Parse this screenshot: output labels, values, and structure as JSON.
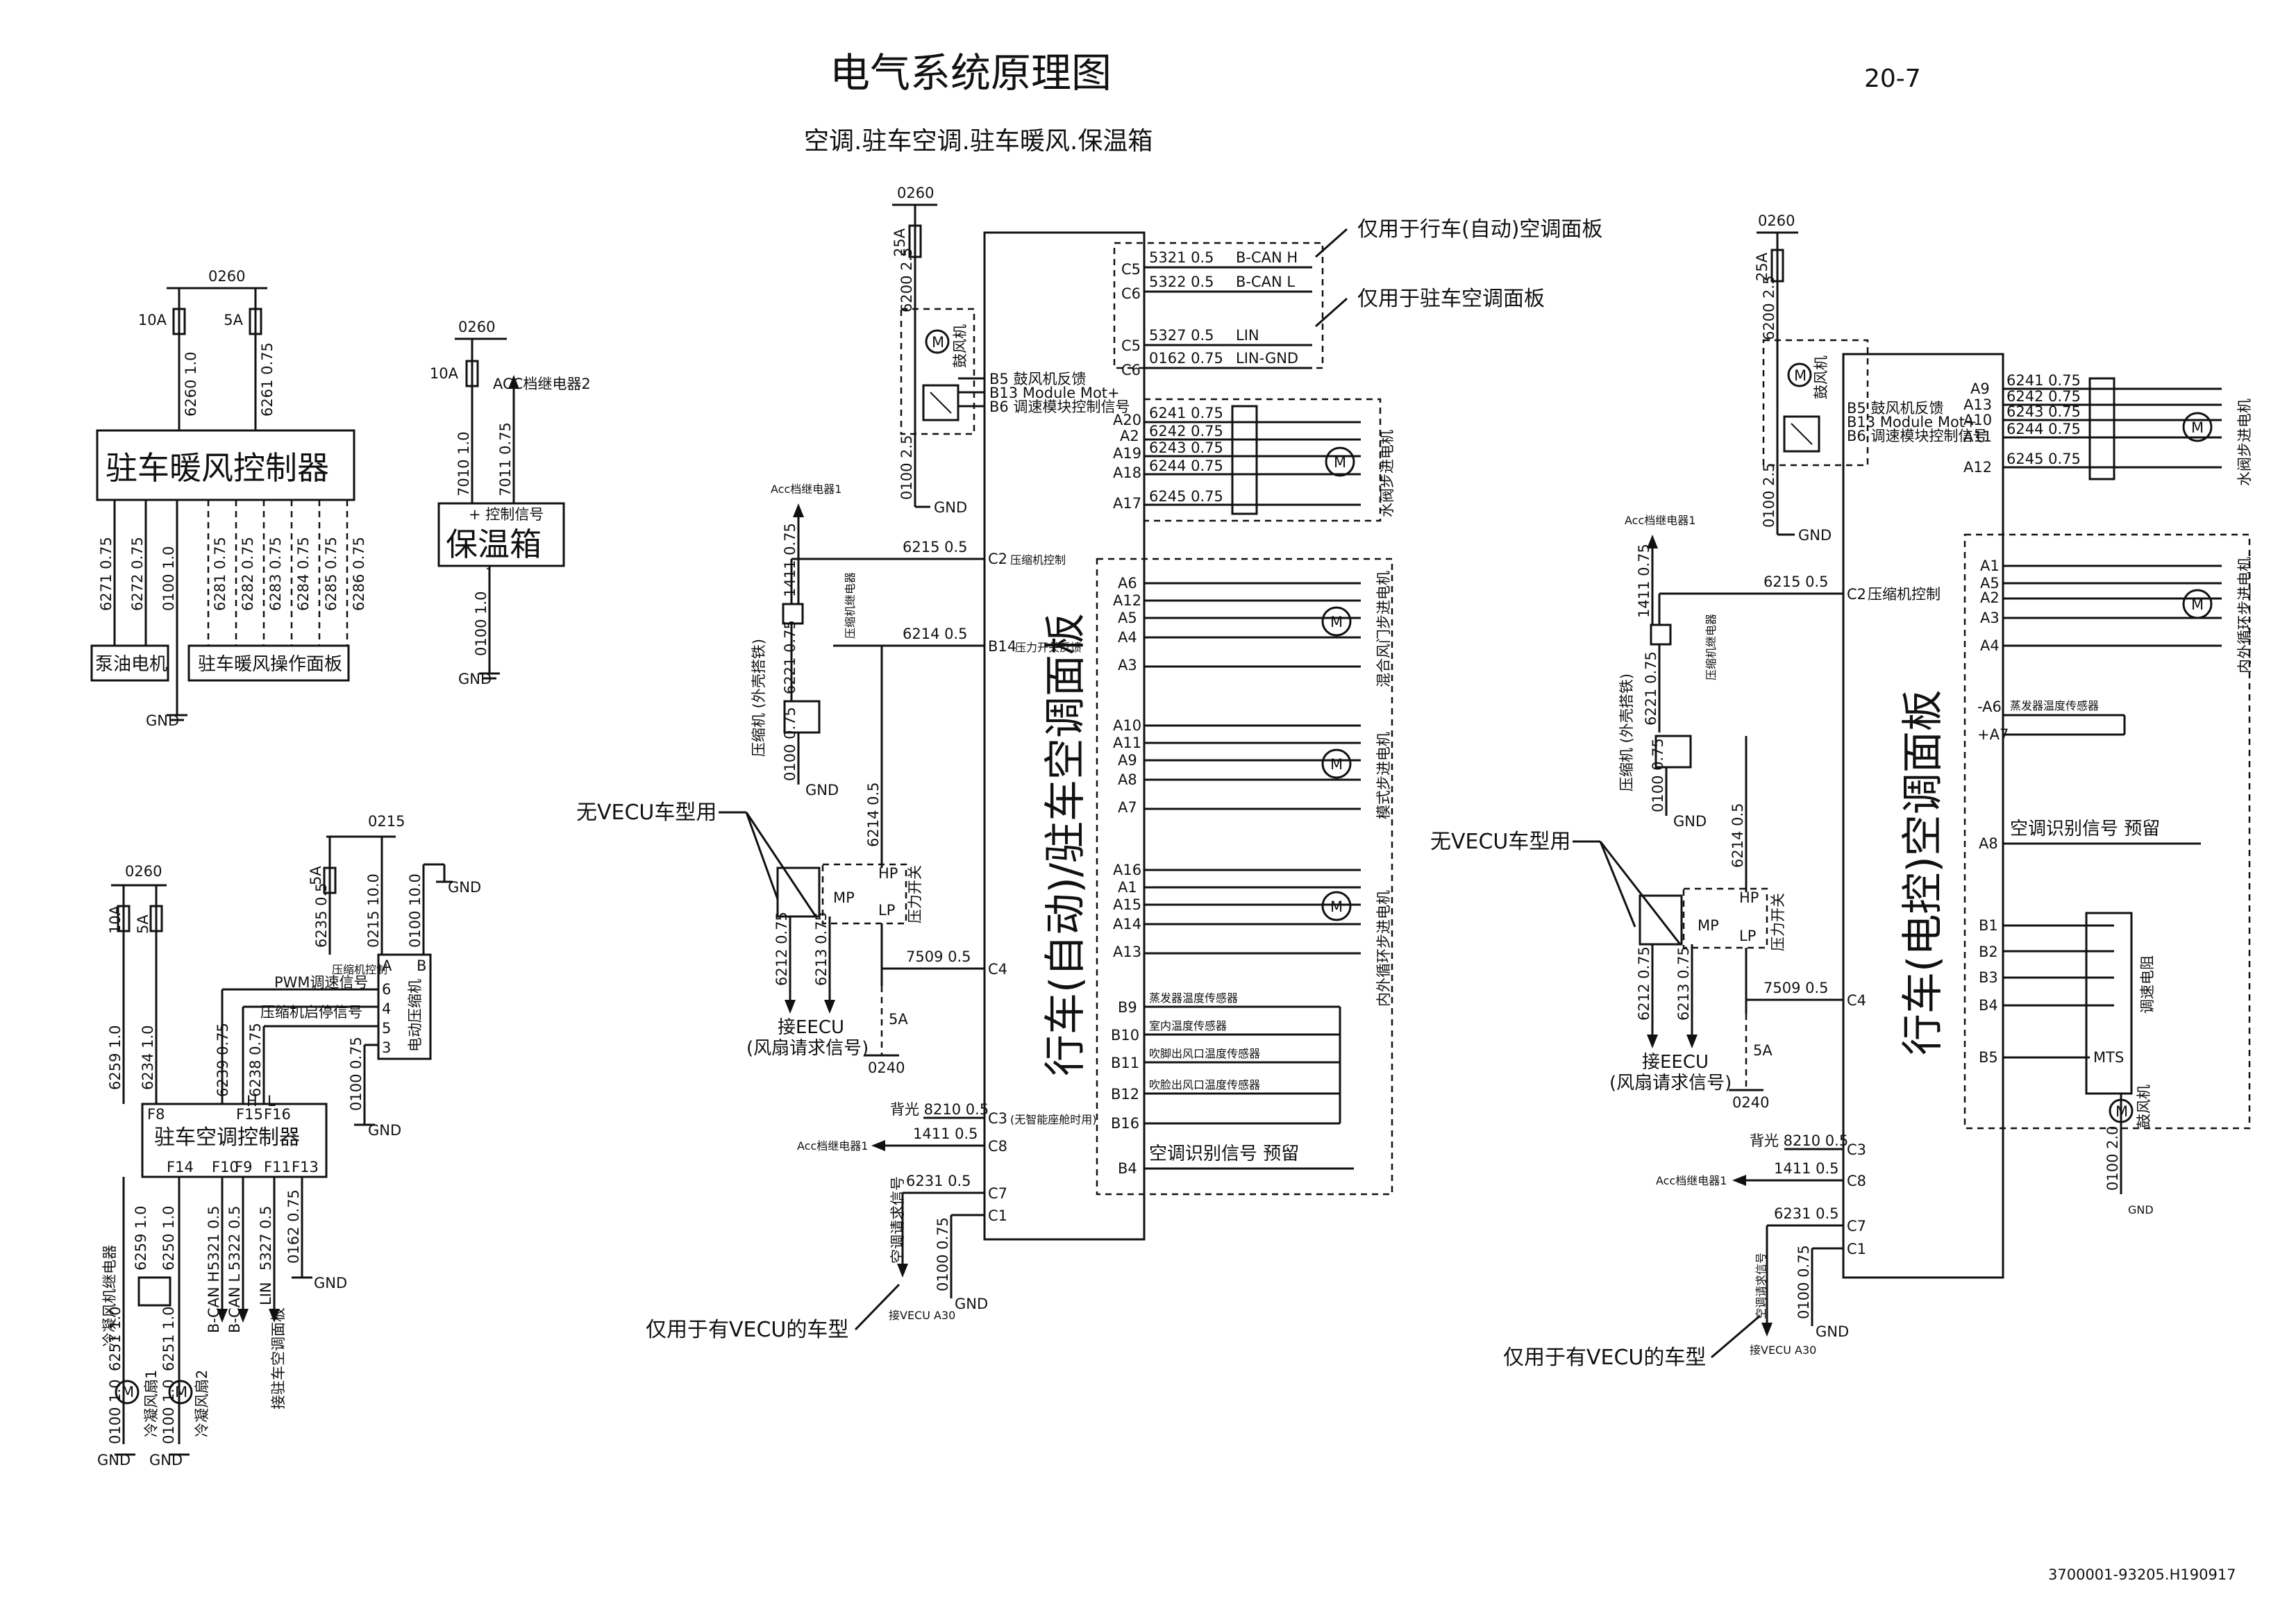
{
  "header": {
    "title": "电气系统原理图",
    "page_no": "20-7",
    "subtitle": "空调.驻车空调.驻车暖风.保温箱",
    "drawing_no": "3700001-93205.H190917"
  },
  "heater": {
    "bus": "0260",
    "fuse1": "10A",
    "fuse2": "5A",
    "w1": "6260 1.0",
    "w2": "6261 0.75",
    "controller": "驻车暖风控制器",
    "wires": [
      "6271 0.75",
      "6272 0.75",
      "0100 1.0",
      "6281 0.75",
      "6282 0.75",
      "6283 0.75",
      "6284 0.75",
      "6285 0.75",
      "6286 0.75"
    ],
    "pump": "泵油电机",
    "panel": "驻车暖风操作面板",
    "gnd": "GND"
  },
  "warmer": {
    "bus": "0260",
    "fuse": "10A",
    "acc_relay": "ACC档继电器2",
    "w1": "7010 1.0",
    "w2": "7011 0.75",
    "ctrl_sig": "+ 控制信号",
    "box": "保温箱",
    "minus": "-",
    "w3": "0100 1.0",
    "gnd": "GND"
  },
  "parking_ac": {
    "bus_a": "0215",
    "bus_b": "0260",
    "fuse_a": "5A",
    "fuse_b1": "10A",
    "fuse_b2": "5A",
    "w_6235": "6235 0.5",
    "w_0215": "0215 10.0",
    "w_0100a": "0100 10.0",
    "gnd": "GND",
    "pins": [
      "A",
      "B",
      "6",
      "4",
      "5",
      "3",
      "H",
      "L"
    ],
    "comp_ctrl": "压缩机控制",
    "pwm": "PWM调速信号",
    "start_stop": "压缩机启停信号",
    "e_compressor": "电动压缩机",
    "w_6259": "6259 1.0",
    "w_6234": "6234 1.0",
    "w_6239": "6239 0.75",
    "w_6238": "6238 0.75",
    "w_0100b": "0100 0.75",
    "controller": "驻车空调控制器",
    "top_pins": [
      "F8",
      "F15",
      "F16"
    ],
    "bottom_pins": [
      "F14",
      "F10",
      "F9",
      "F11",
      "F13"
    ],
    "w_6259b": "6259 1.0",
    "w_6250": "6250 1.0",
    "w_5321": "5321 0.5",
    "w_5322": "5322 0.5",
    "w_5327": "5327 0.5",
    "w_0162": "0162 0.75",
    "cond_relay": "冷凝风机继电器",
    "can_h": "B-CAN H",
    "can_l": "B-CAN L",
    "lin": "LIN",
    "to_panel": "接驻车空调面板",
    "w_6251a": "6251 1.0",
    "w_6251b": "6251 1.0",
    "fan1": "冷凝风扇1",
    "fan2": "冷凝风扇2",
    "w_0100c": "0100 1.0",
    "w_0100d": "0100 1.0"
  },
  "panel1": {
    "bus": "0260",
    "fuse": "25A",
    "w_6200": "6200 2.5",
    "w_0100": "0100 2.5",
    "blower": "鼓风机",
    "b5": "B5 鼓风机反馈",
    "b13": "B13 Module Mot+",
    "b6": "B6 调速模块控制信号",
    "gnd": "GND",
    "top_note1": "仅用于行车(自动)空调面板",
    "top_note2": "仅用于驻车空调面板",
    "c5a": "C5",
    "c6a": "C6",
    "c5b": "C5",
    "c6b": "C6",
    "w_5321": "5321 0.5",
    "w_5322": "5322 0.5",
    "w_5327": "5327 0.5",
    "w_0162": "0162 0.75",
    "bcan_h": "B-CAN H",
    "bcan_l": "B-CAN L",
    "lin": "LIN",
    "lin_gnd": "LIN-GND",
    "water_pins": [
      "A20",
      "A2",
      "A19",
      "A18",
      "A17"
    ],
    "water_wires": [
      "6241 0.75",
      "6242 0.75",
      "6243 0.75",
      "6244 0.75",
      "6245 0.75"
    ],
    "water_motor": "水阀步进电机",
    "acc_relay1": "Acc档继电器1",
    "w_1411": "1411 0.75",
    "comp_relay": "压缩机继电器",
    "w_6221": "6221 0.75",
    "compressor": "压缩机\n(外壳搭铁)",
    "w_0100b": "0100 0.75",
    "w_6215": "6215 0.5",
    "c2": "C2",
    "c2_label": "压缩机控制",
    "w_6214": "6214 0.5",
    "b14": "B14",
    "b14_label": "压力开关反馈",
    "w_6214b": "6214 0.5",
    "no_vecu": "无VECU车型用",
    "mp": "MP",
    "hp": "HP",
    "lp": "LP",
    "pressure_switch": "压力开关",
    "w_6212": "6212 0.75",
    "w_6213": "6213 0.75",
    "to_eecu": "接EECU",
    "fan_req": "(风扇请求信号)",
    "w_7509": "7509 0.5",
    "c4": "C4",
    "fuse_5a": "5A",
    "bus_0240": "0240",
    "mix_pins": [
      "A6",
      "A12",
      "A5",
      "A4",
      "A3"
    ],
    "mix_motor": "混合风门步进电机",
    "mode_pins": [
      "A10",
      "A11",
      "A9",
      "A8",
      "A7"
    ],
    "mode_motor": "模式步进电机",
    "circ_pins": [
      "A16",
      "A1",
      "A15",
      "A14",
      "A13"
    ],
    "circ_motor": "内外循环步进电机",
    "panel_name": "行车(自动)/驻车空调面板",
    "sensor_pins": [
      "B9",
      "B10",
      "B11",
      "B12",
      "B16"
    ],
    "sensors": [
      "蒸发器温度传感器",
      "室内温度传感器",
      "吹脚出风口温度传感器",
      "吹脸出风口温度传感器"
    ],
    "backlight": "背光 8210 0.5",
    "c3": "C3",
    "c3_label": "(无智能座舱时用)",
    "acc1": "Acc档继电器1",
    "w_1411b": "1411 0.5",
    "c8": "C8",
    "w_6231": "6231 0.5",
    "c7": "C7",
    "c1": "C1",
    "w_0100c": "0100 0.75",
    "ac_req": "空调请求信号",
    "to_vecu": "接VECU A30",
    "vecu_note": "仅用于有VECU的车型",
    "b4": "B4",
    "ac_id": "空调识别信号 预留",
    "pin_a": "A",
    "pin_b": "B",
    "motor_m": "M"
  },
  "panel2": {
    "bus": "0260",
    "fuse": "25A",
    "w_6200": "6200 2.5",
    "w_0100": "0100 2.5",
    "blower": "鼓风机",
    "b5": "B5 鼓风机反馈",
    "b13": "B13 Module Mot+",
    "b6": "B6 调速模块控制信号",
    "gnd": "GND",
    "water_pins": [
      "A9",
      "A13",
      "A10",
      "A11",
      "A12"
    ],
    "water_wires": [
      "6241 0.75",
      "6242 0.75",
      "6243 0.75",
      "6244 0.75",
      "6245 0.75"
    ],
    "water_motor": "水阀步进电机",
    "acc_relay1": "Acc档继电器1",
    "w_1411": "1411 0.75",
    "comp_relay": "压缩机继电器",
    "w_6221": "6221 0.75",
    "compressor": "压缩机\n(外壳搭铁)",
    "w_0100b": "0100 0.75",
    "w_6215": "6215 0.5",
    "c2": "C2",
    "c2_label": "压缩机控制",
    "circ_pins": [
      "A1",
      "A5",
      "A2",
      "A3",
      "A4"
    ],
    "circ_motor": "内外循环步进电机",
    "evap_pins": [
      "-A6",
      "+A7"
    ],
    "evap_sensor": "蒸发器温度传感器",
    "a8": "A8",
    "ac_id": "空调识别信号 预留",
    "no_vecu": "无VECU车型用",
    "mp": "MP",
    "hp": "HP",
    "lp": "LP",
    "pressure_switch": "压力开关",
    "w_6214": "6214 0.5",
    "w_6212": "6212 0.75",
    "w_6213": "6213 0.75",
    "to_eecu": "接EECU",
    "fan_req": "(风扇请求信号)",
    "w_7509": "7509 0.5",
    "c4": "C4",
    "fuse_5a": "5A",
    "bus_0240": "0240",
    "panel_name": "行车(电控)空调面板",
    "b_pins": [
      "B1",
      "B2",
      "B3",
      "B4",
      "B5"
    ],
    "mts": "MTS",
    "resistor": "调速电阻",
    "blower2": "鼓风机",
    "w_0100c": "0100 2.0",
    "backlight": "背光 8210 0.5",
    "c3": "C3",
    "acc1": "Acc档继电器1",
    "w_1411b": "1411 0.5",
    "c8": "C8",
    "w_6231": "6231 0.5",
    "c7": "C7",
    "c1": "C1",
    "w_0100d": "0100 0.75",
    "ac_req": "空调请求信号",
    "to_vecu": "接VECU A30",
    "vecu_note": "仅用于有VECU的车型",
    "pin_a": "A",
    "pin_b": "B",
    "motor_m": "M"
  }
}
